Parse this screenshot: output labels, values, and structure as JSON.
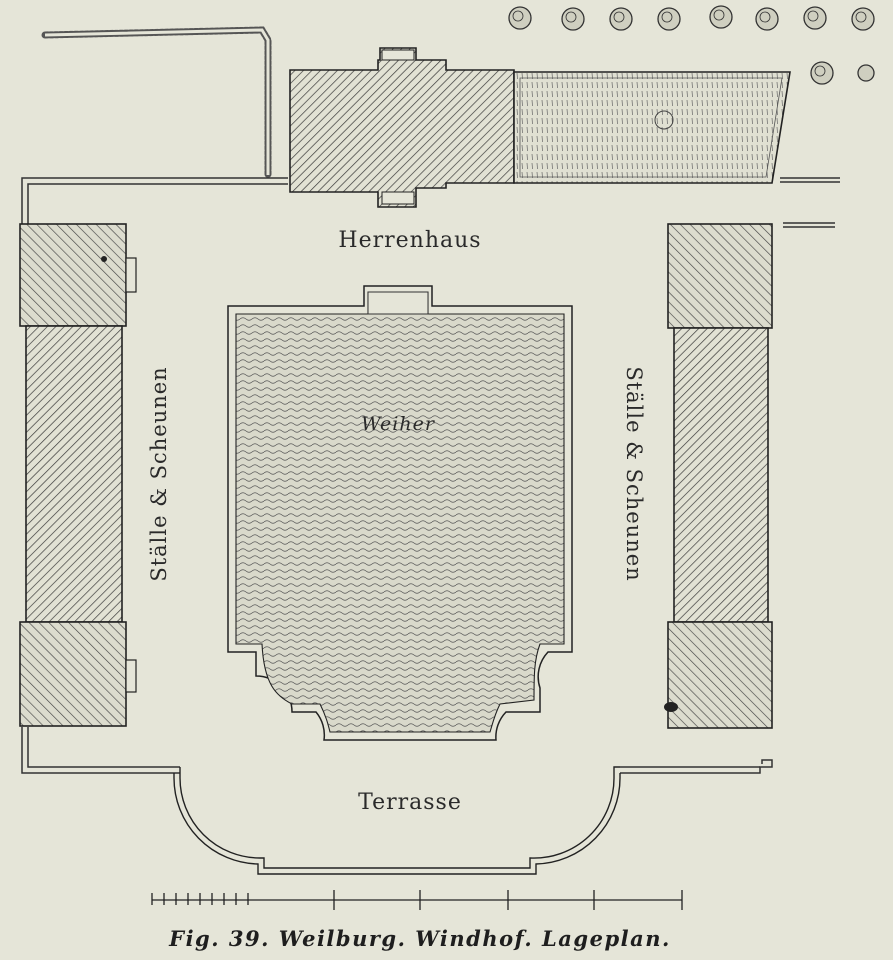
{
  "labels": {
    "herrenhaus": "Herrenhaus",
    "weiher": "Weiher",
    "stalle_left": "Ställe & Scheunen",
    "stalle_right": "Ställe & Scheunen",
    "terrasse": "Terrasse"
  },
  "caption": "Fig. 39. Weilburg. Windhof. Lageplan.",
  "colors": {
    "paper": "#e5e5d8",
    "ink": "#2a2a2a",
    "water": "#d8d8ca"
  },
  "icons": {
    "tree": "round-shrub-icon",
    "hatching": "diagonal-hatch"
  }
}
